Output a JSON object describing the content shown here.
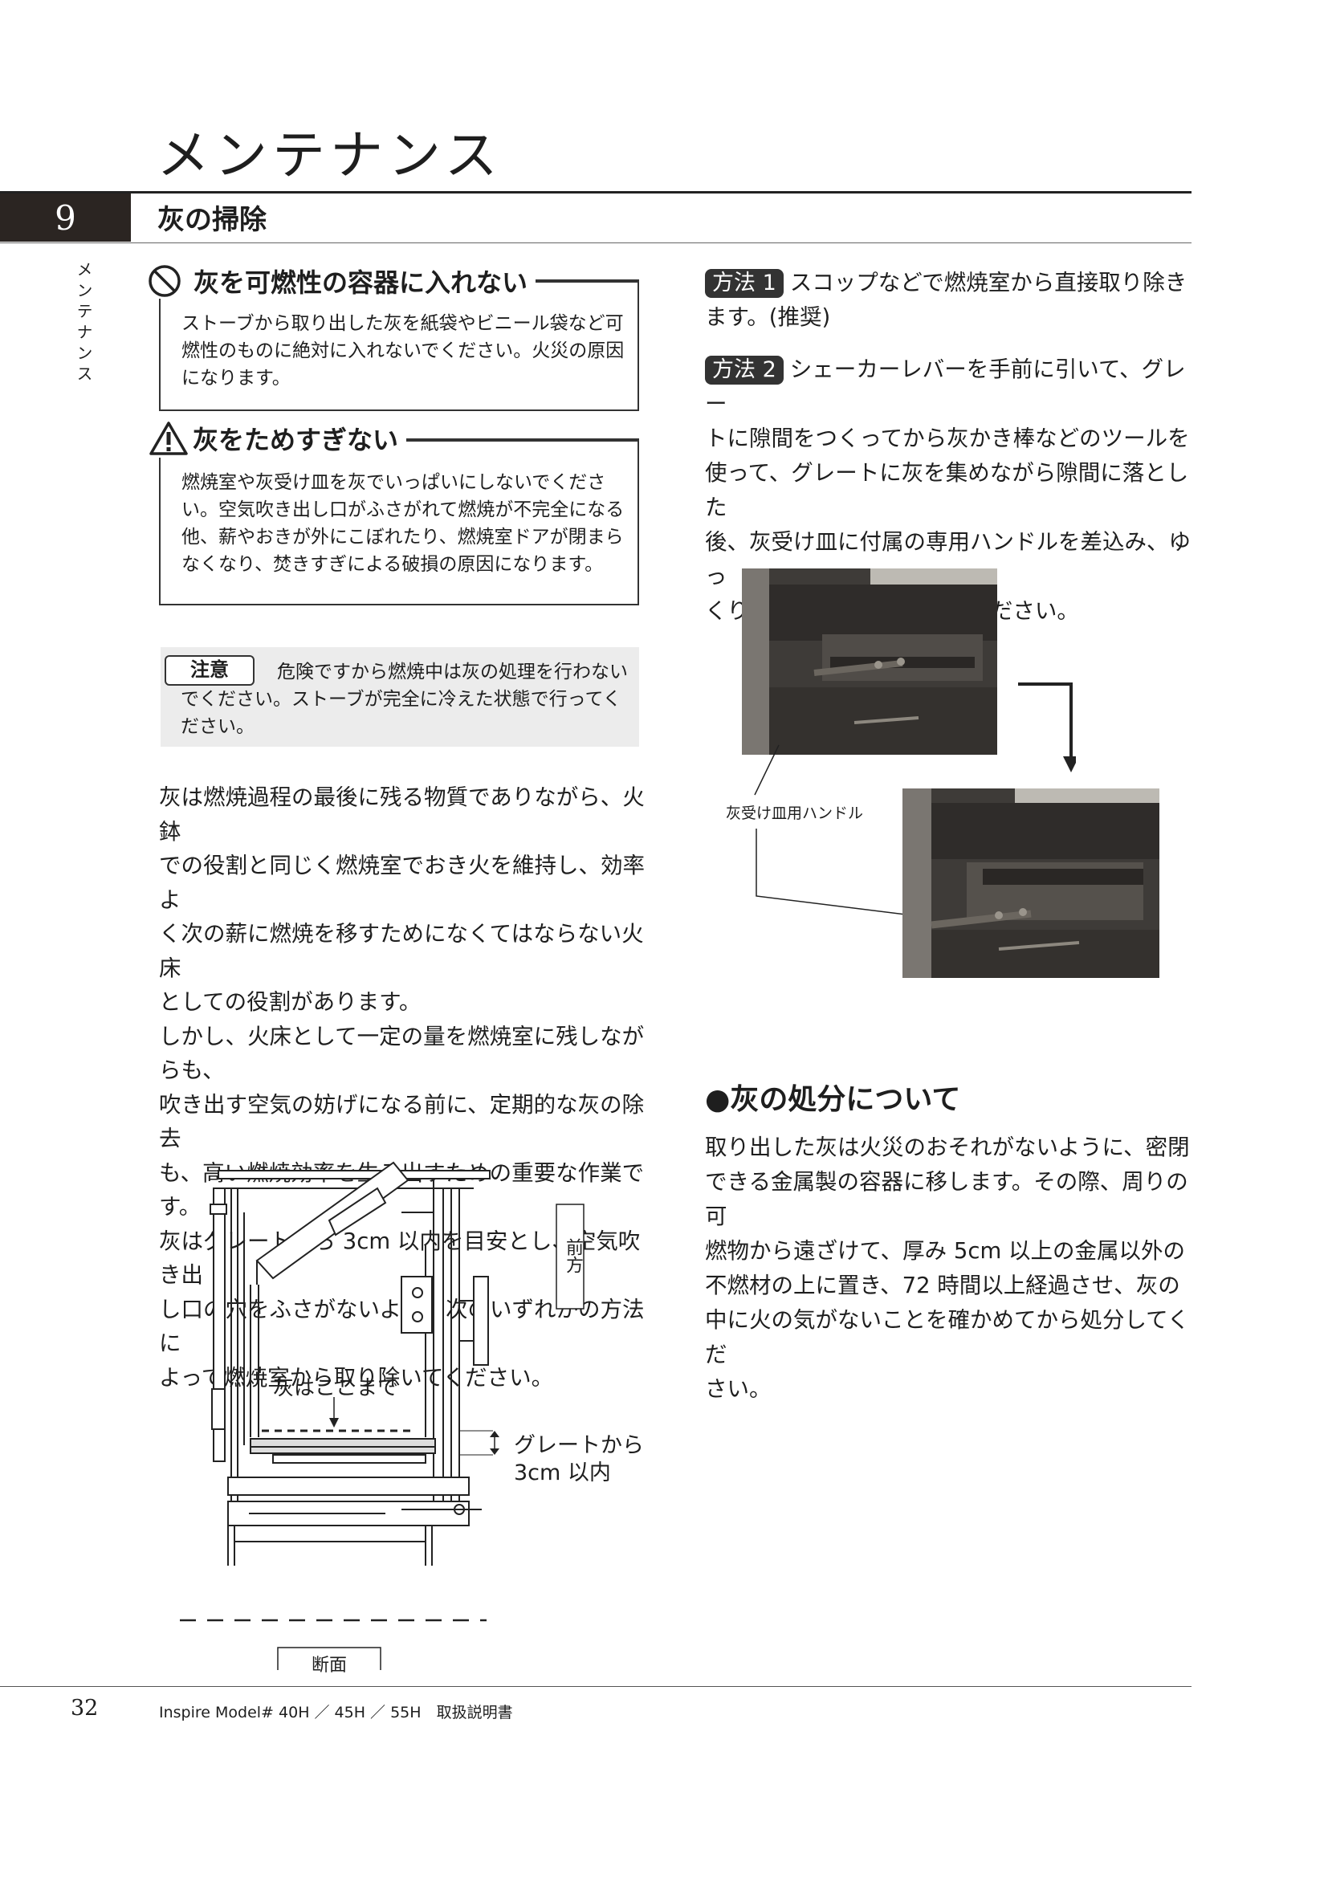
{
  "page_title": "メンテナンス",
  "section": {
    "number": "9",
    "title": "灰の掃除"
  },
  "side_tab": "メンテナンス",
  "prohibition": {
    "icon": "prohibition-icon",
    "heading": "灰を可燃性の容器に入れない",
    "lines": [
      "ストーブから取り出した灰を紙袋やビニール袋など可",
      "燃性のものに絶対に入れないでください。火災の原因",
      "になります。"
    ]
  },
  "warning": {
    "icon": "warning-triangle-icon",
    "heading": "灰をためすぎない",
    "lines": [
      "燃焼室や灰受け皿を灰でいっぱいにしないでくださ",
      "い。空気吹き出し口がふさがれて燃焼が不完全になる",
      "他、薪やおきが外にこぼれたり、燃焼室ドアが閉まら",
      "なくなり、焚きすぎによる破損の原因になります。"
    ]
  },
  "note": {
    "label": "注意",
    "text": "危険ですから燃焼中は灰の処理を行わないでください。ストーブが完全に冷えた状態で行ってください。"
  },
  "body_lines": [
    "灰は燃焼過程の最後に残る物質でありながら、火鉢",
    "での役割と同じく燃焼室でおき火を維持し、効率よ",
    "く次の薪に燃焼を移すためになくてはならない火床",
    "としての役割があります。",
    "しかし、火床として一定の量を燃焼室に残しながらも、",
    "吹き出す空気の妨げになる前に、定期的な灰の除去",
    "も、高い燃焼効率を生み出すための重要な作業です。",
    "灰はグレートから 3cm 以内を目安とし、空気吹き出",
    "し口の穴をふさがないよう、次のいずれかの方法に",
    "よって燃焼室から取り除いてください。"
  ],
  "diagram": {
    "label_ash": "灰はここまで",
    "label_grate_1": "グレートから",
    "label_grate_2": "3cm 以内",
    "label_front": "前方",
    "label_section": "断面"
  },
  "methods": [
    {
      "label": "方法 1",
      "lines": [
        "スコップなどで燃焼室から直接取り除き",
        "ます。(推奨)"
      ]
    },
    {
      "label": "方法 2",
      "lines": [
        "シェーカーレバーを手前に引いて、グレー",
        "トに隙間をつくってから灰かき棒などのツールを",
        "使って、グレートに灰を集めながら隙間に落とした",
        "後、灰受け皿に付属の専用ハンドルを差込み、ゆっ",
        "くりと本体から取り出してください。"
      ]
    }
  ],
  "photo_caption": "灰受け皿用ハンドル",
  "ash_disposal": {
    "heading": "●灰の処分について",
    "lines": [
      "取り出した灰は火災のおそれがないように、密閉",
      "できる金属製の容器に移します。その際、周りの可",
      "燃物から遠ざけて、厚み 5cm 以上の金属以外の",
      "不燃材の上に置き、72 時間以上経過させ、灰の",
      "中に火の気がないことを確かめてから処分してくだ",
      "さい。"
    ]
  },
  "footer": {
    "page_number": "32",
    "text": "Inspire  Model# 40H ／ 45H ／ 55H　取扱説明書"
  }
}
